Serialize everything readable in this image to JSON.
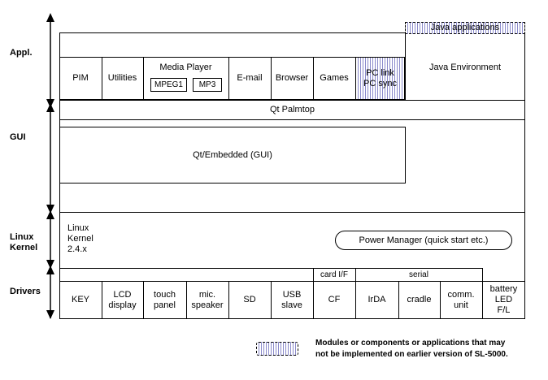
{
  "layers": {
    "appl": "Appl.",
    "gui": "GUI",
    "linux_kernel": "Linux\nKernel",
    "drivers": "Drivers"
  },
  "apps": {
    "pim": "PIM",
    "utilities": "Utilities",
    "media_player": "Media Player",
    "mpeg1": "MPEG1",
    "mp3": "MP3",
    "email": "E-mail",
    "browser": "Browser",
    "games": "Games",
    "pc_link": "PC link\nPC sync",
    "java_env": "Java Environment",
    "java_apps": "Java applications"
  },
  "gui": {
    "qt_palmtop": "Qt Palmtop",
    "qt_embedded": "Qt/Embedded (GUI)"
  },
  "kernel": {
    "linux_kernel": "Linux\nKernel\n2.4.x",
    "power_manager": "Power Manager (quick start etc.)"
  },
  "drivers": {
    "card_if": "card I/F",
    "serial": "serial",
    "key": "KEY",
    "lcd": "LCD\ndisplay",
    "touch": "touch\npanel",
    "mic": "mic.\nspeaker",
    "sd": "SD",
    "usb": "USB\nslave",
    "cf": "CF",
    "irda": "IrDA",
    "cradle": "cradle",
    "comm": "comm.\nunit",
    "battery": "battery\nLED\nF/L"
  },
  "legend": {
    "text": "Modules or components or applications that may\nnot be implemented on earlier version of SL-5000."
  }
}
